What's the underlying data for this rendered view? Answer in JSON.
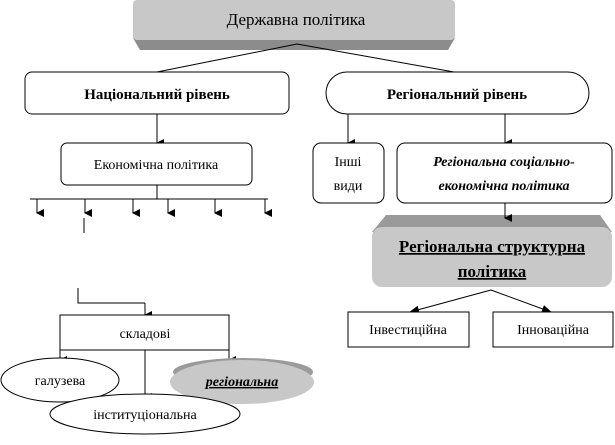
{
  "diagram": {
    "root": "Державна політика",
    "national_level": "Національний рівень",
    "regional_level": "Регіональний рівень",
    "economic_policy": "Економічна політика",
    "other_types": [
      "Інші",
      "види"
    ],
    "regional_socio_economic": [
      "Регіональна соціально-",
      "економічна політика"
    ],
    "regional_structural": [
      "Регіональна структурна",
      "політика"
    ],
    "investment": "Інвестиційна",
    "innovation": "Інноваційна",
    "components": "складові",
    "sectoral": "галузева",
    "regional": "регіональна",
    "institutional": "інституціональна"
  },
  "colors": {
    "shade": "#c8c8c8",
    "shade_dark": "#9a9a9a"
  }
}
